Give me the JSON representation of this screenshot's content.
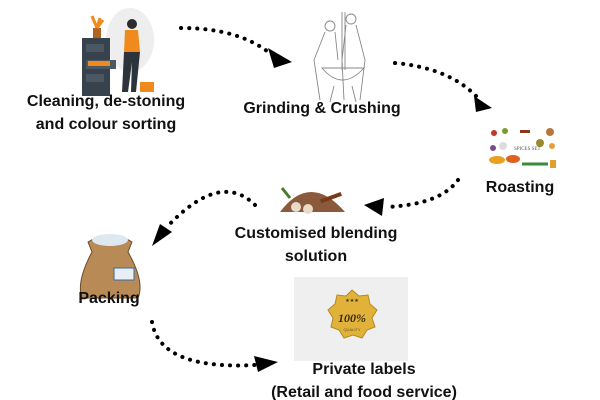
{
  "steps": [
    {
      "id": "cleaning",
      "lines": [
        "Cleaning, de-stoning",
        "and colour sorting"
      ],
      "icon": "worker-filing-cabinet-icon"
    },
    {
      "id": "grinding",
      "lines": [
        "Grinding & Crushing"
      ],
      "icon": "mortar-pestle-sketch-icon"
    },
    {
      "id": "roasting",
      "lines": [
        "Roasting"
      ],
      "icon": "spices-set-icon",
      "image_text": "SPICES SET"
    },
    {
      "id": "blending",
      "lines": [
        "Customised blending",
        "solution"
      ],
      "icon": "spice-pile-icon"
    },
    {
      "id": "packing",
      "lines": [
        "Packing"
      ],
      "icon": "sack-icon"
    },
    {
      "id": "private",
      "lines": [
        "Private labels",
        "(Retail and food service)"
      ],
      "icon": "quality-badge-icon",
      "badge_text": "100%",
      "badge_sub": "QUALITY"
    }
  ],
  "colors": {
    "text": "#111111",
    "arrow": "#000000",
    "badge": "#e0b23a",
    "accent": "#f08a1c"
  }
}
